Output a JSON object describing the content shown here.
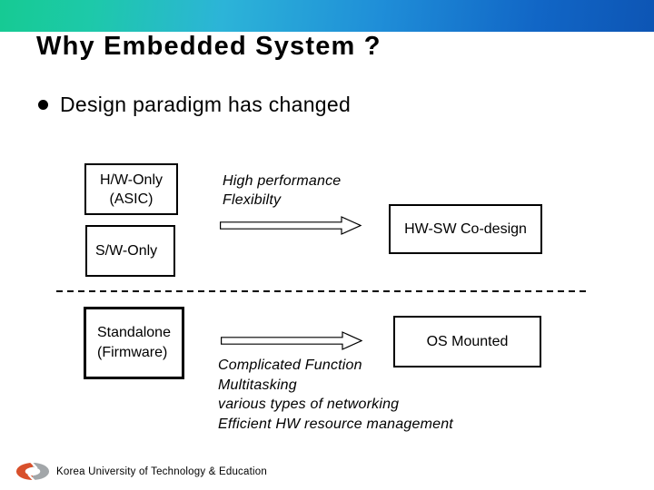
{
  "slide_title": "Why Embedded System ?",
  "bullet_item": "Design paradigm has changed",
  "diagram_top": {
    "hw_box_line1": "H/W-Only",
    "hw_box_line2": "(ASIC)",
    "annotation_line1": "High performance",
    "annotation_line2": "Flexibilty",
    "codesign_box": "HW-SW Co-design",
    "sw_box": "S/W-Only"
  },
  "diagram_bottom": {
    "standalone_box_line1": "Standalone",
    "standalone_box_line2": "(Firmware)",
    "os_box": "OS Mounted",
    "annotation_line1": "Complicated Function",
    "annotation_line2": "Multitasking",
    "annotation_line3": "various types of networking",
    "annotation_line4": "Efficient HW resource management"
  },
  "footer": {
    "affiliation": "Korea University of Technology & Education"
  },
  "icons": {
    "bullet": "filled-circle",
    "arrows": "outlined-right-arrow",
    "logo": "koreatech-swirl-oval"
  },
  "colors": {
    "header_gradient_left": "#16ca93",
    "header_gradient_mid": "#2cb4d8",
    "header_gradient_right": "#0d55b4",
    "box_border": "#000000",
    "text": "#000000",
    "logo_red": "#d8502b",
    "logo_gray": "#a2a6a9"
  }
}
